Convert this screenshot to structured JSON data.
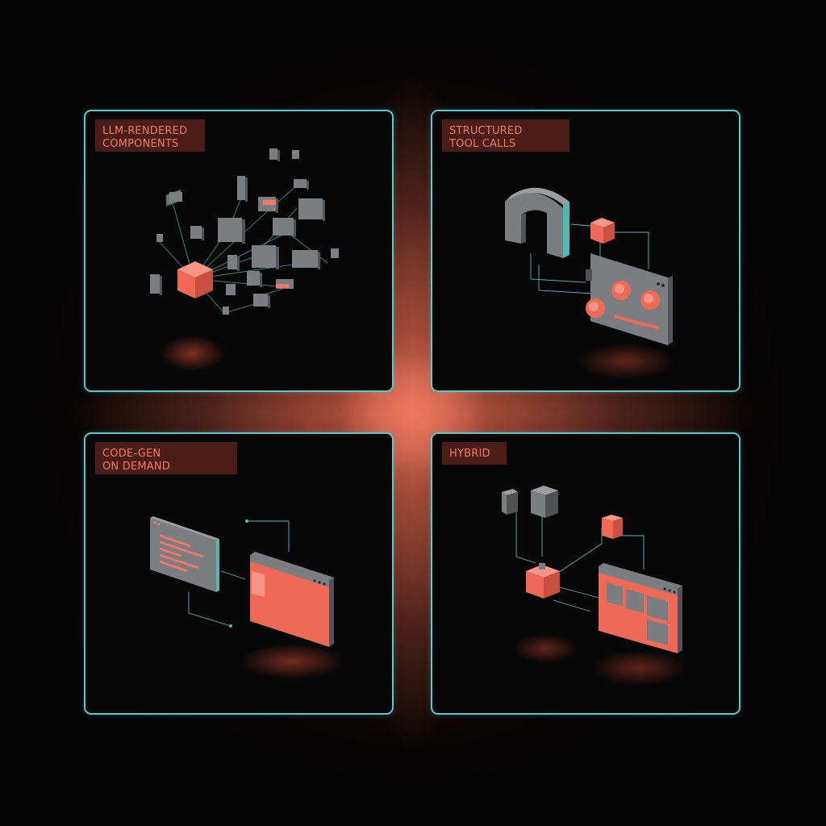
{
  "panels": [
    {
      "title": "LLM-RENDERED\nCOMPONENTS"
    },
    {
      "title": "STRUCTURED\nTOOL CALLS"
    },
    {
      "title": "CODE-GEN\nON DEMAND"
    },
    {
      "title": "HYBRID"
    }
  ],
  "colors": {
    "accent": "#f07864",
    "accent_dark": "#4a1d16",
    "border": "#5ec8c6",
    "gray": "#7a7e80",
    "glow": "#ee765c"
  }
}
